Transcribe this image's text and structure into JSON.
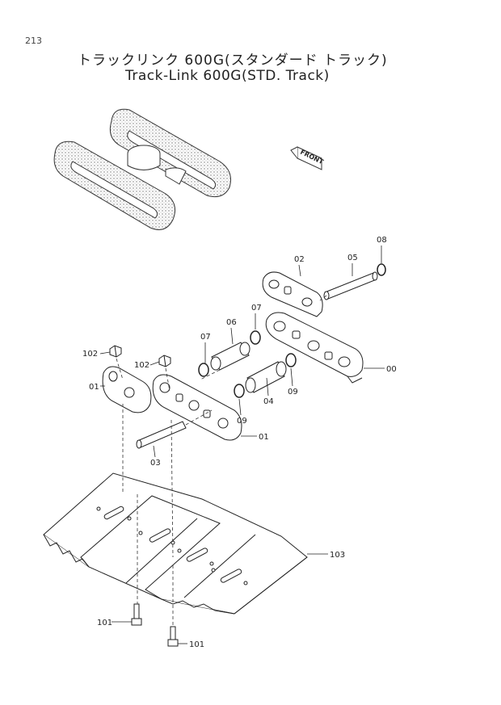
{
  "page_number": "213",
  "title_jp": "トラックリンク 600G(スタンダード トラック)",
  "title_en": "Track-Link 600G(STD. Track)",
  "front_label": "FRONT",
  "callouts": {
    "c08": "08",
    "c02": "02",
    "c05": "05",
    "c07a": "07",
    "c06": "06",
    "c07b": "07",
    "c102a": "102",
    "c102b": "102",
    "c00": "00",
    "c01a": "01",
    "c09a": "09",
    "c09b": "09",
    "c04": "04",
    "c01b": "01",
    "c03": "03",
    "c103": "103",
    "c101a": "101",
    "c101b": "101"
  }
}
